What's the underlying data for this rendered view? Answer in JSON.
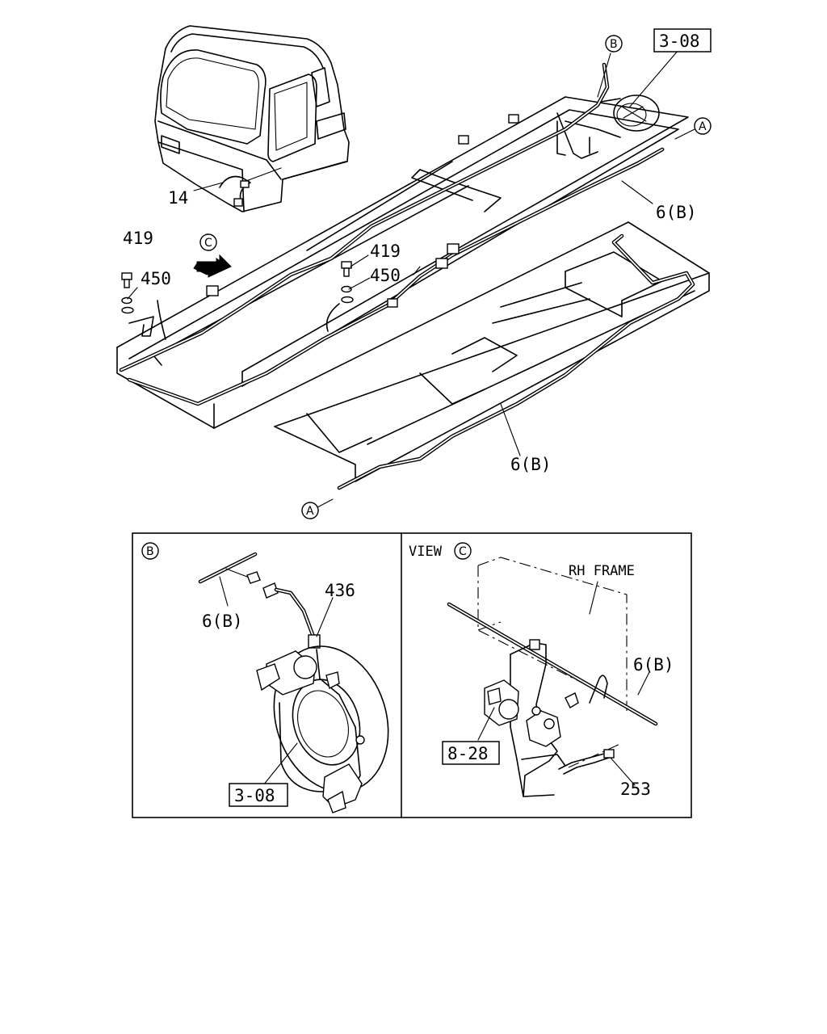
{
  "callouts": {
    "p14": "14",
    "p419_left": "419",
    "p450_left": "450",
    "p419_mid": "419",
    "p450_mid": "450",
    "p6b_upper": "6(B)",
    "p6b_lower": "6(B)",
    "ref_308_top": "3-08",
    "marker_a_top": "A",
    "marker_a_bottom": "A",
    "marker_b_top": "B",
    "marker_c_main": "C"
  },
  "panel_b": {
    "marker": "B",
    "p6b": "6(B)",
    "p436": "436",
    "ref_308": "3-08"
  },
  "panel_c": {
    "view_text": "VIEW",
    "marker": "C",
    "rh_frame": "RH FRAME",
    "p6b": "6(B)",
    "ref_828": "8-28",
    "p253": "253"
  }
}
